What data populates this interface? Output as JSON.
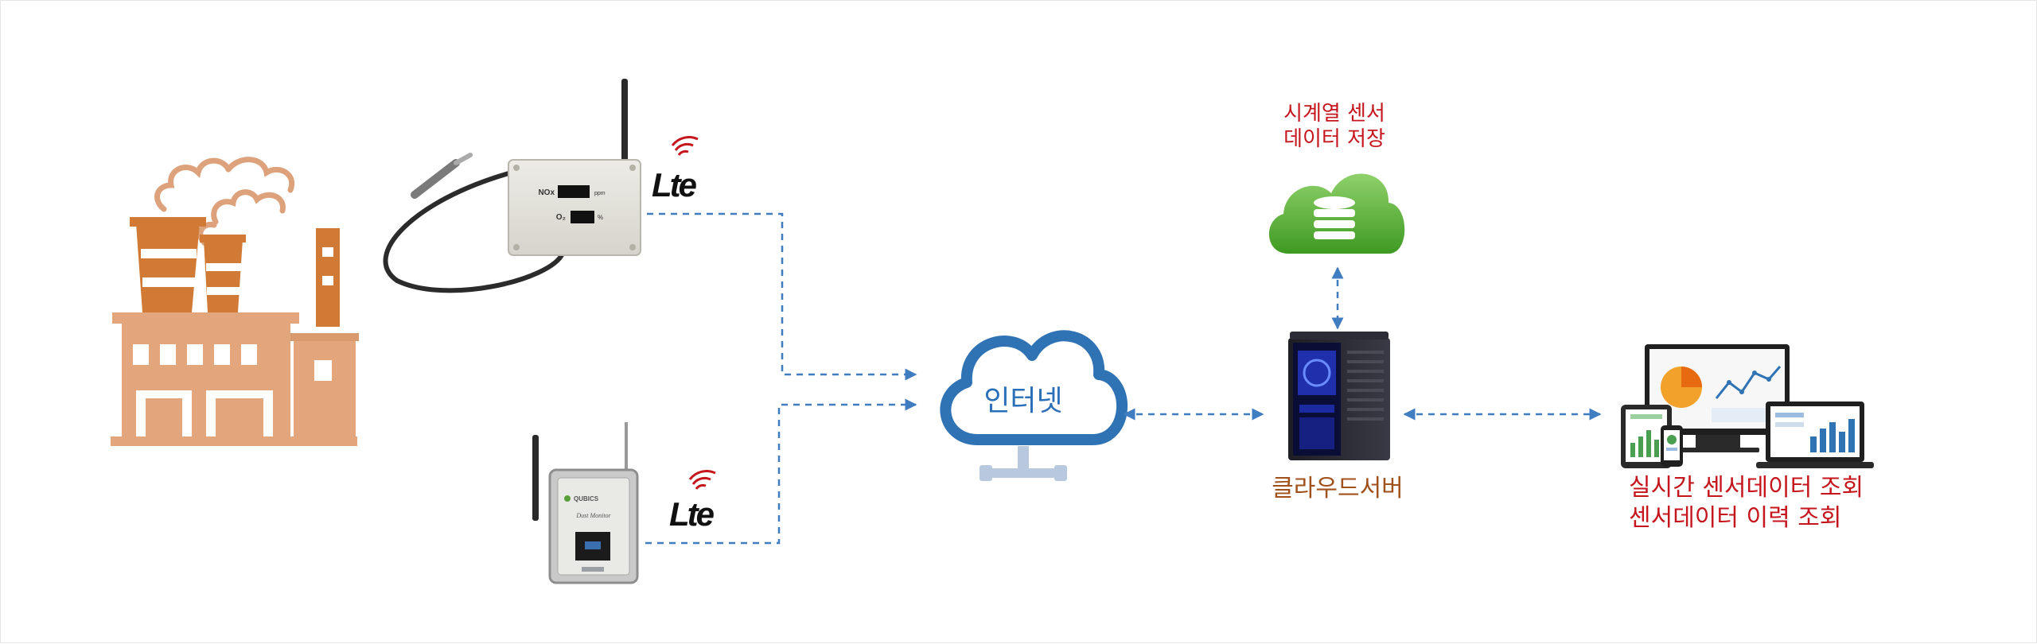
{
  "device1": {
    "readouts": [
      {
        "label": "NOx",
        "unit": "ppm"
      },
      {
        "label": "O₂",
        "unit": "%"
      }
    ]
  },
  "device2": {
    "brand": "QUBICS",
    "model": "Dust Monitor"
  },
  "lte_badge": "Lte",
  "tsdb": {
    "line1": "시계열 센서",
    "line2": "데이터 저장"
  },
  "internet_label": "인터넷",
  "server_label": "클라우드서버",
  "dashboard": {
    "line1": "실시간 센서데이터 조회",
    "line2": "센서데이터 이력 조회"
  },
  "colors": {
    "factory": "#e3a67c",
    "factory_dark": "#d07a36",
    "smoke": "#dda27c",
    "cloud_outline": "#2f73b5",
    "cloud_green": "#5bb033",
    "lte_red": "#c4161c",
    "connector": "#3f7cc0"
  }
}
